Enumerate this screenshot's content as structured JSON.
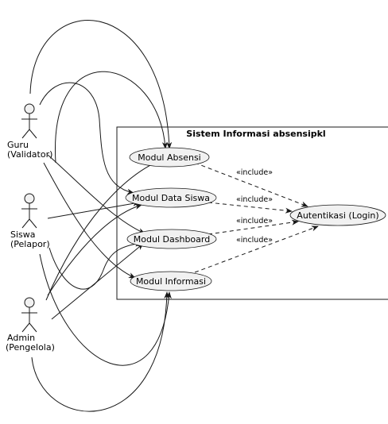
{
  "system": {
    "title": "Sistem Informasi absensipkl"
  },
  "actors": [
    {
      "id": "guru",
      "line1": "Guru",
      "line2": "(Validator)"
    },
    {
      "id": "siswa",
      "line1": "Siswa",
      "line2": "(Pelapor)"
    },
    {
      "id": "admin",
      "line1": "Admin",
      "line2": "(Pengelola)"
    }
  ],
  "use_cases": [
    {
      "id": "absensi",
      "label": "Modul Absensi"
    },
    {
      "id": "datasiswa",
      "label": "Modul Data Siswa"
    },
    {
      "id": "dashboard",
      "label": "Modul Dashboard"
    },
    {
      "id": "informasi",
      "label": "Modul Informasi"
    },
    {
      "id": "login",
      "label": "Autentikasi (Login)"
    }
  ],
  "include_labels": [
    "«include»",
    "«include»",
    "«include»",
    "«include»"
  ],
  "colors": {
    "ellipse_fill": "#f1f1f1",
    "stroke": "#181818",
    "background": "#ffffff"
  }
}
